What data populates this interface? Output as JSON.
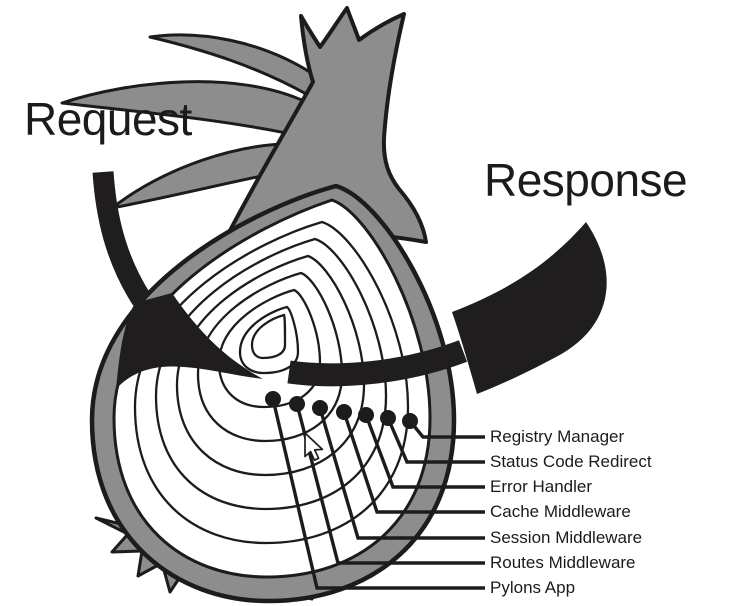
{
  "diagram": {
    "title_hint": "Pylons WSGI middleware onion diagram",
    "request_label": "Request",
    "response_label": "Response",
    "layers": [
      {
        "label": "Registry Manager"
      },
      {
        "label": "Status Code Redirect"
      },
      {
        "label": "Error Handler"
      },
      {
        "label": "Cache Middleware"
      },
      {
        "label": "Session Middleware"
      },
      {
        "label": "Routes Middleware"
      },
      {
        "label": "Pylons App"
      }
    ],
    "colors": {
      "onion_gray": "#8d8d8d",
      "ink": "#1c1c1c",
      "background": "#ffffff"
    }
  }
}
